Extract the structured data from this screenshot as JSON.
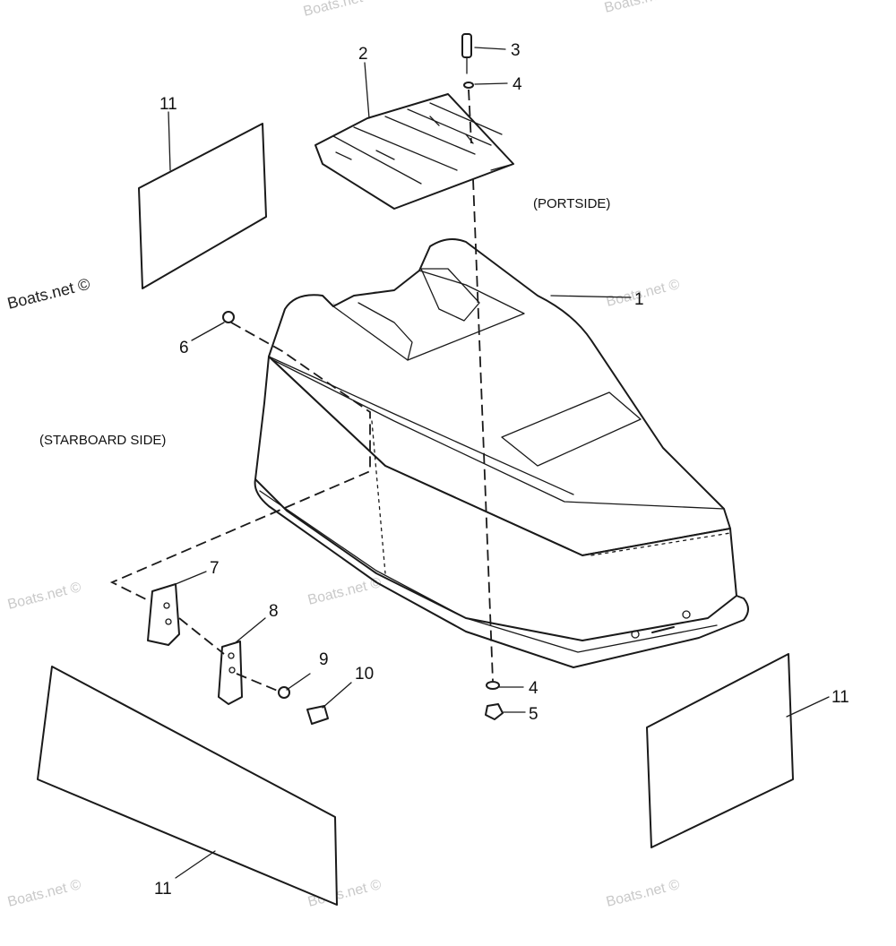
{
  "side_labels": {
    "portside": "(PORTSIDE)",
    "starboard": "(STARBOARD SIDE)"
  },
  "callouts": {
    "c1": "1",
    "c2": "2",
    "c3": "3",
    "c4_top": "4",
    "c4_bottom": "4",
    "c5": "5",
    "c6": "6",
    "c7": "7",
    "c8": "8",
    "c9": "9",
    "c10": "10",
    "c11_top_left": "11",
    "c11_bottom_left": "11",
    "c11_right": "11"
  },
  "watermarks": {
    "primary": "Boats.net ©",
    "faint": "Boats.net ©"
  }
}
